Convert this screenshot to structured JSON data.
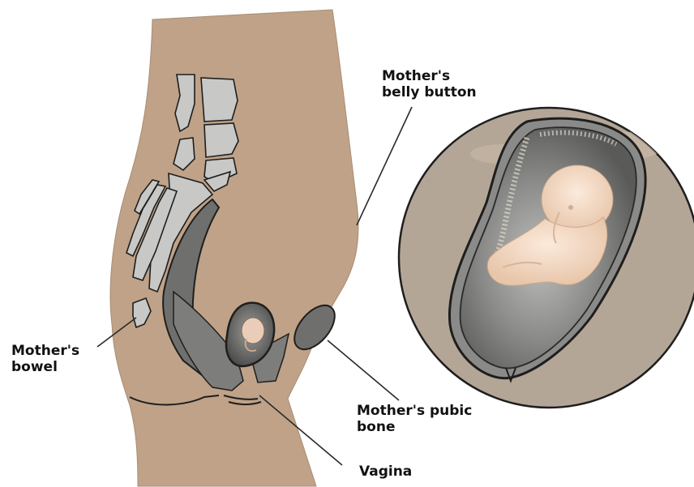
{
  "labels": {
    "belly_button": [
      "Mother's",
      "belly button"
    ],
    "bowel": [
      "Mother's",
      "bowel"
    ],
    "pubic_bone": [
      "Mother's pubic",
      "bone"
    ],
    "vagina": [
      "Vagina"
    ]
  },
  "colors": {
    "skin": "#bfa287",
    "bone": "#c8c8c6",
    "uterus": "#6f6f6d",
    "uterus_light": "#9a9a98",
    "outline": "#1e1e1e",
    "inset_bg": "#b4a696",
    "fetus": "#f3d8c3",
    "leader": "#2a2a2a"
  }
}
